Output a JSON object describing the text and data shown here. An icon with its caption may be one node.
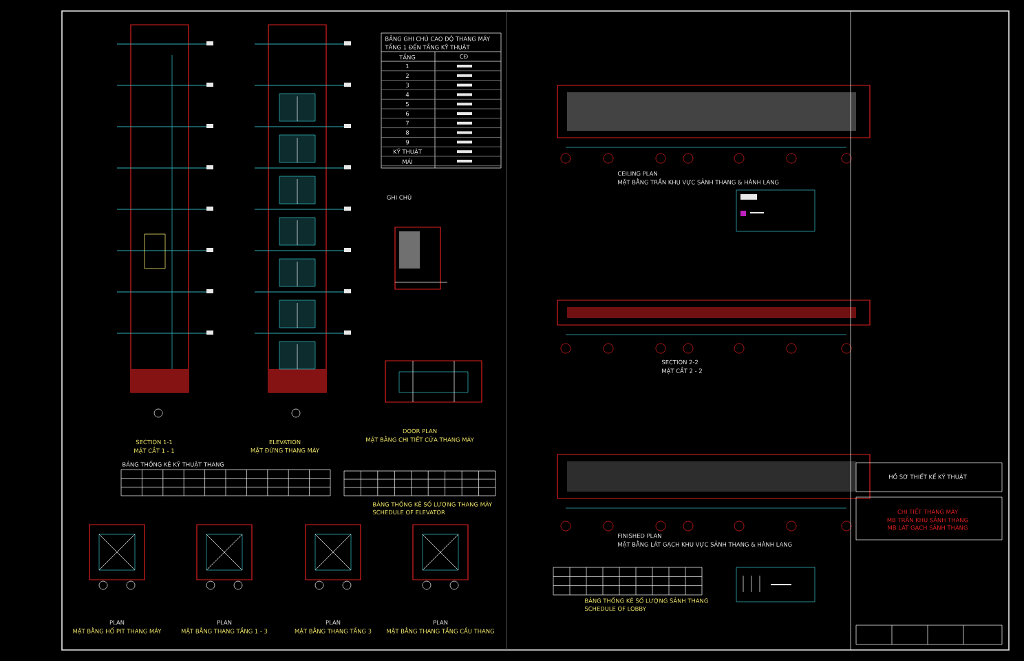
{
  "diagram": {
    "labels": [
      "BẢNG GHI CHÚ CAO ĐỘ THANG MÁY",
      "TẦNG 1 ĐẾN TẦNG KỸ THUẬT",
      "TẦNG",
      "CĐ",
      "1",
      "2",
      "3",
      "4",
      "5",
      "6",
      "7",
      "8",
      "9",
      "KỸ THUẬT",
      "MÁI",
      "GHI CHÚ",
      "SECTION 1-1",
      "MẶT CẮT 1 - 1",
      "ELEVATION",
      "MẶT ĐỨNG THANG MÁY",
      "DOOR PLAN",
      "MẶT BẰNG CHI TIẾT CỬA THANG MÁY",
      "BẢNG THỐNG KÊ KỸ THUẬT THANG",
      "BẢNG THỐNG KÊ SỐ LƯỢNG THANG MÁY",
      "SCHEDULE OF ELEVATOR",
      "PLAN",
      "PLAN",
      "PLAN",
      "PLAN",
      "MẶT BẰNG HỐ PIT THANG MÁY",
      "MẶT BẰNG THANG TẦNG 1 - 3",
      "MẶT BẰNG THANG TẦNG 3",
      "MẶT BẰNG THANG TẦNG CẦU THANG",
      "CEILING PLAN",
      "MẶT BẰNG TRẦN KHU VỰC SẢNH THANG & HÀNH LANG",
      "SECTION 2-2",
      "MẶT CẮT 2 - 2",
      "FINISHED PLAN",
      "MẶT BẰNG LÁT GẠCH KHU VỰC SẢNH THANG & HÀNH LANG",
      "BẢNG THỐNG KÊ SỐ LƯỢNG SẢNH THANG",
      "SCHEDULE OF LOBBY",
      "HỒ SƠ THIẾT KẾ KỸ THUẬT",
      "CHI TIẾT THANG MÁY",
      "MB TRẦN KHU SẢNH THANG",
      "MB LÁT GẠCH SẢNH THANG"
    ]
  }
}
